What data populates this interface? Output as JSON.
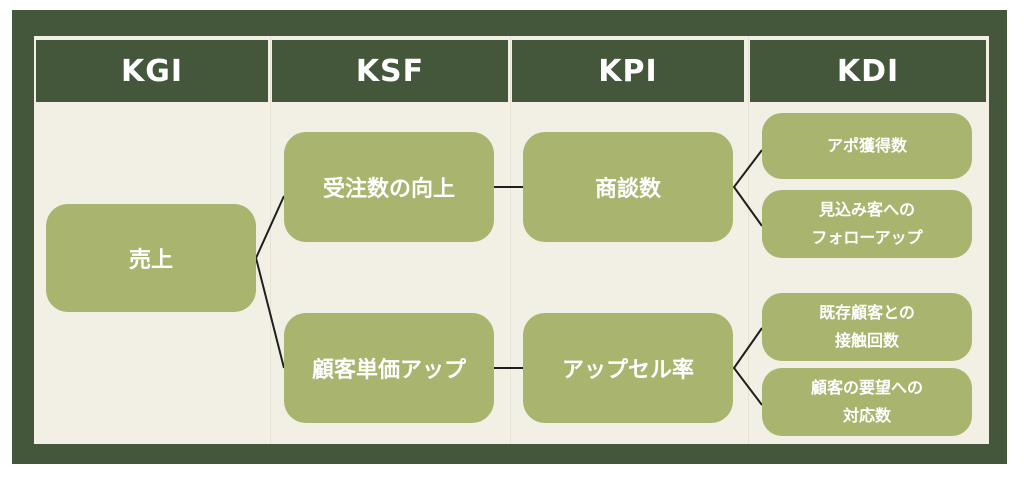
{
  "headers": {
    "kgi": "KGI",
    "ksf": "KSF",
    "kpi": "KPI",
    "kdi": "KDI"
  },
  "kgi": {
    "sales": "売上"
  },
  "ksf": {
    "orders": "受注数の向上",
    "unit_price": "顧客単価アップ"
  },
  "kpi": {
    "negotiations": "商談数",
    "upsell": "アップセル率"
  },
  "kdi": {
    "appointments": "アポ獲得数",
    "followup": "見込み客への\nフォローアップ",
    "contact": "既存顧客との\n接触回数",
    "requests": "顧客の要望への\n対応数"
  },
  "colors": {
    "frame": "#44573a",
    "node": "#a9b46f",
    "panel": "#f4f0e6",
    "text": "#ffffff"
  }
}
